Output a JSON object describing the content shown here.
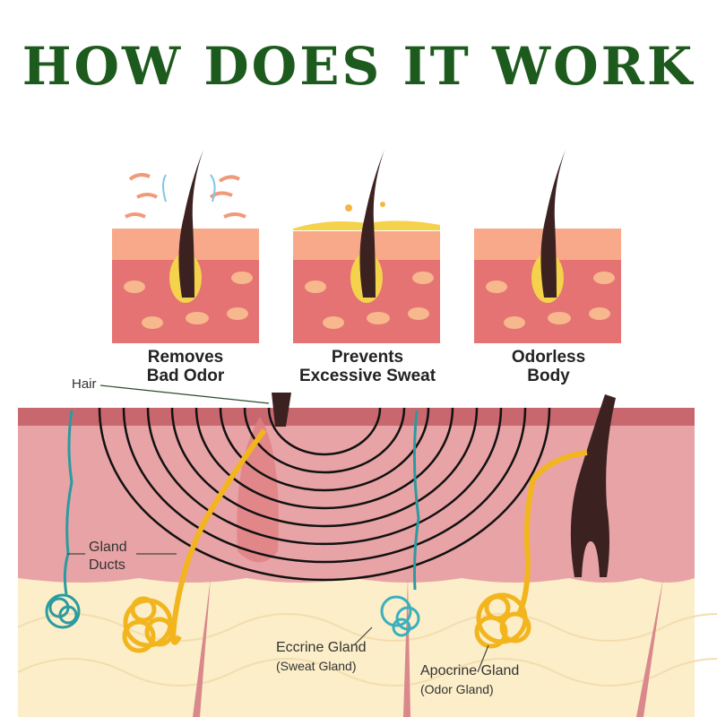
{
  "header": {
    "title": "HOW DOES IT WORK"
  },
  "panels": [
    {
      "line1": "Removes",
      "line2": "Bad Odor"
    },
    {
      "line1": "Prevents",
      "line2": "Excessive Sweat"
    },
    {
      "line1": "Odorless",
      "line2": "Body"
    }
  ],
  "diagram": {
    "hair_label": "Hair",
    "ducts_label_1": "Gland",
    "ducts_label_2": "Ducts",
    "eccrine_label": "Eccrine Gland",
    "eccrine_sub": "(Sweat Gland)",
    "apocrine_label": "Apocrine Gland",
    "apocrine_sub": "(Odor Gland)"
  },
  "colors": {
    "title": "#1d5a1d",
    "skin": "#d9787a",
    "fat": "#fbeec8",
    "sweat": "#2a9ba0",
    "odor": "#f2b51e",
    "hair": "#3b2220"
  }
}
